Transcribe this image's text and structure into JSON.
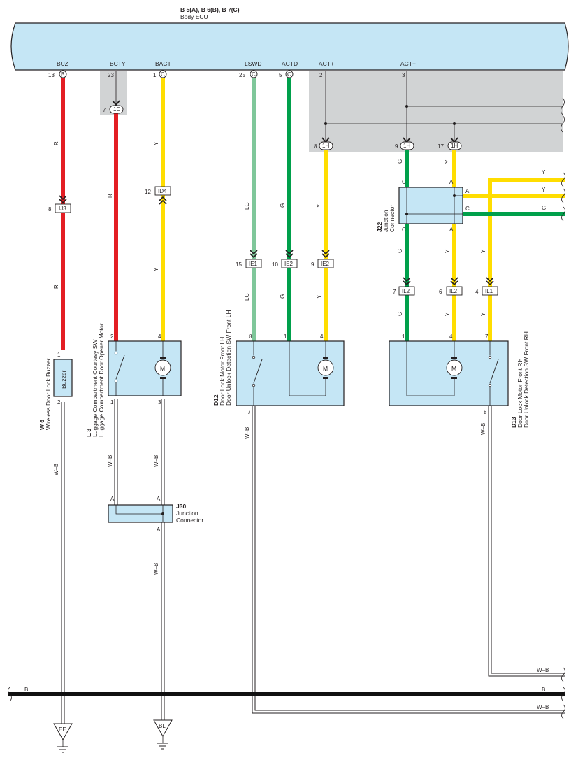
{
  "ecu": {
    "title": "B 5(A), B 6(B), B 7(C)",
    "name": "Body ECU",
    "pins": [
      "BUZ",
      "BCTY",
      "BACT",
      "LSWD",
      "ACTD",
      "ACT+",
      "ACT−"
    ],
    "terminals": [
      {
        "num": "13",
        "conn": "B"
      },
      {
        "num": "23",
        "conn": ""
      },
      {
        "num": "1",
        "conn": "C"
      },
      {
        "num": "25",
        "conn": "C"
      },
      {
        "num": "5",
        "conn": "C"
      },
      {
        "num": "2",
        "conn": ""
      },
      {
        "num": "3",
        "conn": ""
      }
    ]
  },
  "wires": {
    "colors": {
      "R": "#e31e24",
      "Y": "#ffdd00",
      "LG": "#7fc79a",
      "G": "#00a04b",
      "B": "#111111",
      "WB": "#ffffff"
    },
    "labels": {
      "R": "R",
      "Y": "Y",
      "LG": "LG",
      "G": "G",
      "WB": "W–B",
      "B": "B"
    }
  },
  "connectors": {
    "c_1D": {
      "pin": "7",
      "label": "1D"
    },
    "c_1H_a": {
      "pin": "8",
      "label": "1H"
    },
    "c_1H_b": {
      "pin": "9",
      "label": "1H"
    },
    "c_1H_c": {
      "pin": "17",
      "label": "1H"
    },
    "c_IJ3": {
      "pin": "8",
      "label": "IJ3"
    },
    "c_ID4": {
      "pin": "12",
      "label": "ID4"
    },
    "c_IE1": {
      "pin": "15",
      "label": "IE1"
    },
    "c_IE2_a": {
      "pin": "10",
      "label": "IE2"
    },
    "c_IE2_b": {
      "pin": "9",
      "label": "IE2"
    },
    "c_IL2_a": {
      "pin": "7",
      "label": "IL2"
    },
    "c_IL2_b": {
      "pin": "6",
      "label": "IL2"
    },
    "c_IL1": {
      "pin": "4",
      "label": "IL1"
    }
  },
  "components": {
    "w6": {
      "id": "W 6",
      "name": "Wireless Door Lock Buzzer",
      "inner": "Buzzer",
      "pin_top": "1",
      "pin_bottom": "2"
    },
    "l3": {
      "id": "L 3",
      "name1": "Luggage Compartment Courtesy SW",
      "name2": "Luggage Compartment Door Opener Motor",
      "pins": [
        "2",
        "4",
        "1",
        "3"
      ]
    },
    "d12": {
      "id": "D12",
      "name1": "Door Lock Motor Front LH",
      "name2": "Door Unlock Detection SW Front LH",
      "pins": [
        "8",
        "1",
        "4",
        "7"
      ]
    },
    "d13": {
      "id": "D13",
      "name1": "Door Lock Motor Front RH",
      "name2": "Door Unlock Detection SW Front RH",
      "pins": [
        "1",
        "4",
        "7",
        "8"
      ]
    },
    "j22": {
      "id": "J22",
      "name1": "Junction",
      "name2": "Connector",
      "pins": [
        "C",
        "A",
        "A",
        "C",
        "C",
        "A"
      ]
    },
    "j30": {
      "id": "J30",
      "name1": "Junction",
      "name2": "Connector",
      "pins": [
        "A",
        "A",
        "A"
      ]
    },
    "motor": "M"
  },
  "grounds": {
    "ee": "EE",
    "bl": "BL"
  }
}
